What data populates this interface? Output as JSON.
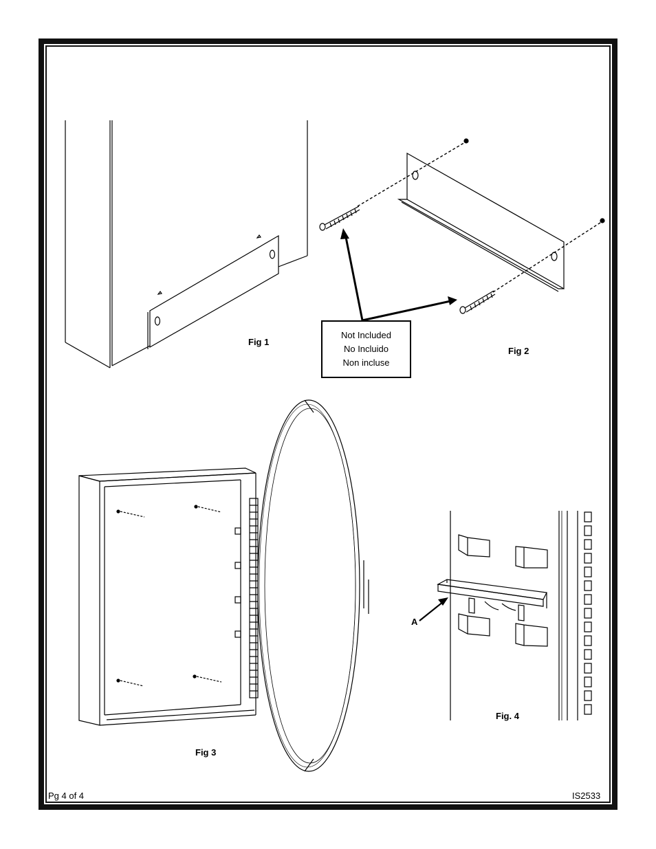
{
  "figures": {
    "fig1_label": "Fig 1",
    "fig2_label": "Fig 2",
    "fig3_label": "Fig 3",
    "fig4_label": "Fig. 4",
    "part_a_label": "A"
  },
  "hardware_note": {
    "line_en": "Not Included",
    "line_es": "No Incluido",
    "line_fr": "Non incluse"
  },
  "footer": {
    "page_number": "Pg 4 of 4",
    "doc_code": "IS2533"
  }
}
